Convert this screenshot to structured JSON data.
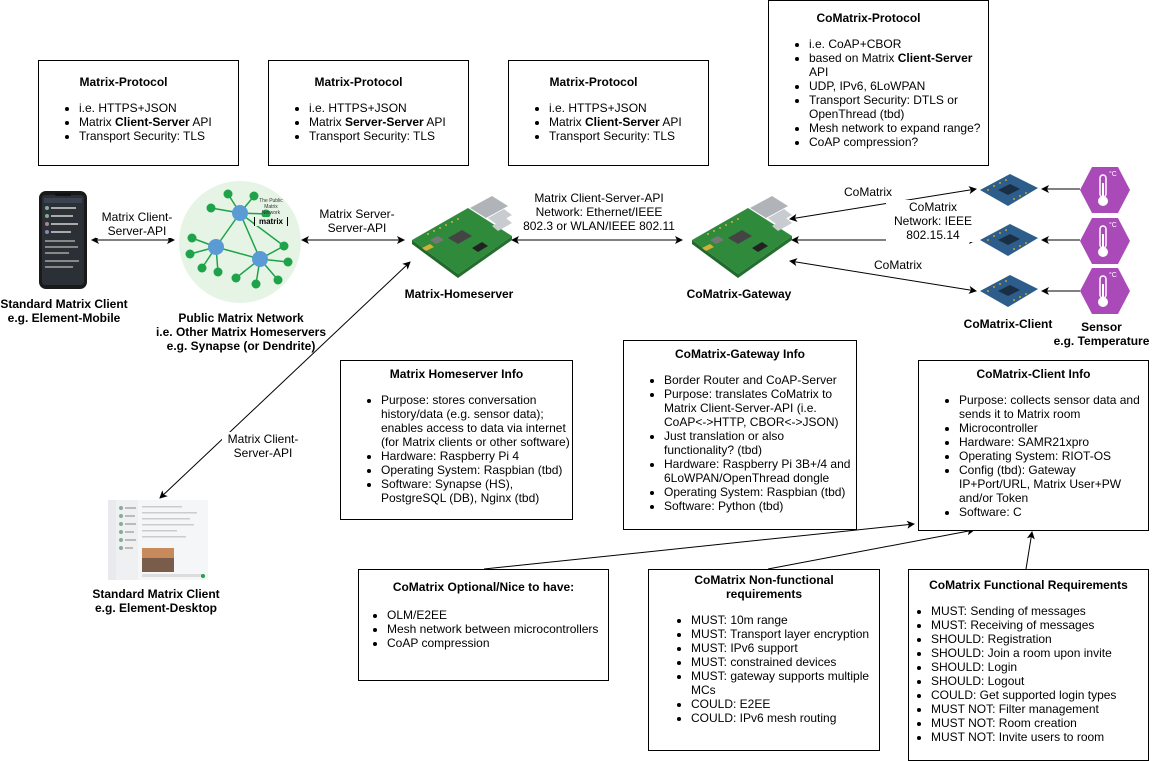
{
  "protocol_boxes": [
    {
      "title": "Matrix-Protocol",
      "items": [
        [
          "i.e. HTTPS+JSON"
        ],
        [
          "Matrix ",
          {
            "b": "Client-Server"
          },
          " API"
        ],
        [
          "Transport Security: TLS"
        ]
      ]
    },
    {
      "title": "Matrix-Protocol",
      "items": [
        [
          "i.e. HTTPS+JSON"
        ],
        [
          "Matrix ",
          {
            "b": "Server-Server"
          },
          " API"
        ],
        [
          "Transport Security: TLS"
        ]
      ]
    },
    {
      "title": "Matrix-Protocol",
      "items": [
        [
          "i.e. HTTPS+JSON"
        ],
        [
          "Matrix ",
          {
            "b": "Client-Server"
          },
          " API"
        ],
        [
          "Transport Security: TLS"
        ]
      ]
    }
  ],
  "comatrix_protocol": {
    "title": "CoMatrix-Protocol",
    "items": [
      [
        "i.e. CoAP+CBOR"
      ],
      [
        "based on Matrix ",
        {
          "b": "Client-Server"
        },
        " API"
      ],
      [
        "UDP, IPv6, 6LoWPAN"
      ],
      [
        "Transport Security: DTLS or OpenThread (tbd)"
      ],
      [
        "Mesh network to expand range?"
      ],
      [
        "CoAP compression?"
      ]
    ]
  },
  "nodes": {
    "mobile_label": [
      "Standard Matrix Client",
      "e.g. Element-Mobile"
    ],
    "network_label": [
      "Public Matrix Network",
      "i.e. Other Matrix Homeservers",
      "e.g. Synapse (or Dendrite)"
    ],
    "network_inner": [
      "The Public",
      "Matrix",
      "Network"
    ],
    "network_logo": "matrix",
    "homeserver_label": "Matrix-Homeserver",
    "gateway_label": "CoMatrix-Gateway",
    "client_label": "CoMatrix-Client",
    "sensor_label": [
      "Sensor",
      "e.g. Temperature"
    ],
    "desktop_label": [
      "Standard Matrix Client",
      "e.g. Element-Desktop"
    ],
    "thermo_unit": "°C"
  },
  "edge_labels": {
    "mobile_network": [
      "Matrix Client-",
      "Server-API"
    ],
    "network_homeserver": [
      "Matrix Server-",
      "Server-API"
    ],
    "homeserver_gateway": [
      "Matrix Client-Server-API",
      "Network: Ethernet/IEEE",
      "802.3 or WLAN/IEEE 802.11"
    ],
    "comatrix_top": "CoMatrix",
    "comatrix_network": [
      "CoMatrix",
      "Network: IEEE",
      "802.15.14"
    ],
    "comatrix_bottom": "CoMatrix",
    "homeserver_desktop": [
      "Matrix Client-",
      "Server-API"
    ]
  },
  "homeserver_info": {
    "title": "Matrix Homeserver Info",
    "items": [
      [
        "Purpose: stores conversation history/data (e.g. sensor data); enables access to data via internet (for Matrix clients or other software)"
      ],
      [
        "Hardware: Raspberry Pi 4"
      ],
      [
        "Operating System: Raspbian (tbd)"
      ],
      [
        "Software: Synapse (HS), PostgreSQL (DB), Nginx (tbd)"
      ]
    ]
  },
  "gateway_info": {
    "title": "CoMatrix-Gateway Info",
    "items": [
      [
        "Border Router and CoAP-Server"
      ],
      [
        "Purpose: translates CoMatrix to Matrix Client-Server-API (i.e. CoAP<->HTTP, CBOR<->JSON)"
      ],
      [
        "Just translation or also functionality? (tbd)"
      ],
      [
        "Hardware: Raspberry Pi 3B+/4 and 6LoWPAN/OpenThread dongle"
      ],
      [
        "Operating System: Raspbian (tbd)"
      ],
      [
        "Software: Python (tbd)"
      ]
    ]
  },
  "client_info": {
    "title": "CoMatrix-Client Info",
    "items": [
      [
        "Purpose: collects sensor data and sends it to Matrix room"
      ],
      [
        "Microcontroller"
      ],
      [
        "Hardware: SAMR21xpro"
      ],
      [
        "Operating System: RIOT-OS"
      ],
      [
        "Config (tbd): Gateway IP+Port/URL, Matrix User+PW and/or Token"
      ],
      [
        "Software: C"
      ]
    ]
  },
  "optional": {
    "title": "CoMatrix Optional/Nice to have:",
    "items": [
      [
        "OLM/E2EE"
      ],
      [
        "Mesh network between microcontrollers"
      ],
      [
        "CoAP compression"
      ]
    ]
  },
  "nonfunctional": {
    "title": "CoMatrix Non-functional requirements",
    "items": [
      [
        "MUST: 10m range"
      ],
      [
        "MUST: Transport layer encryption"
      ],
      [
        "MUST: IPv6 support"
      ],
      [
        "MUST: constrained devices"
      ],
      [
        "MUST: gateway supports multiple MCs"
      ],
      [
        "COULD: E2EE"
      ],
      [
        "COULD: IPv6 mesh routing"
      ]
    ]
  },
  "functional": {
    "title": "CoMatrix Functional Requirements",
    "items": [
      [
        "MUST: Sending of messages"
      ],
      [
        "MUST: Receiving of messages"
      ],
      [
        "SHOULD: Registration"
      ],
      [
        "SHOULD: Join a room upon invite"
      ],
      [
        "SHOULD: Login"
      ],
      [
        "SHOULD: Logout"
      ],
      [
        "COULD: Get supported login types"
      ],
      [
        "MUST NOT: Filter management"
      ],
      [
        "MUST NOT: Room creation"
      ],
      [
        "MUST NOT: Invite users to room"
      ]
    ]
  },
  "colors": {
    "node_green": "#1ea34a",
    "node_blue": "#5b9bd5",
    "sensor_purple": "#a94ab8",
    "board_blue": "#2d5d8a",
    "pi_green": "#2f8a3c"
  }
}
